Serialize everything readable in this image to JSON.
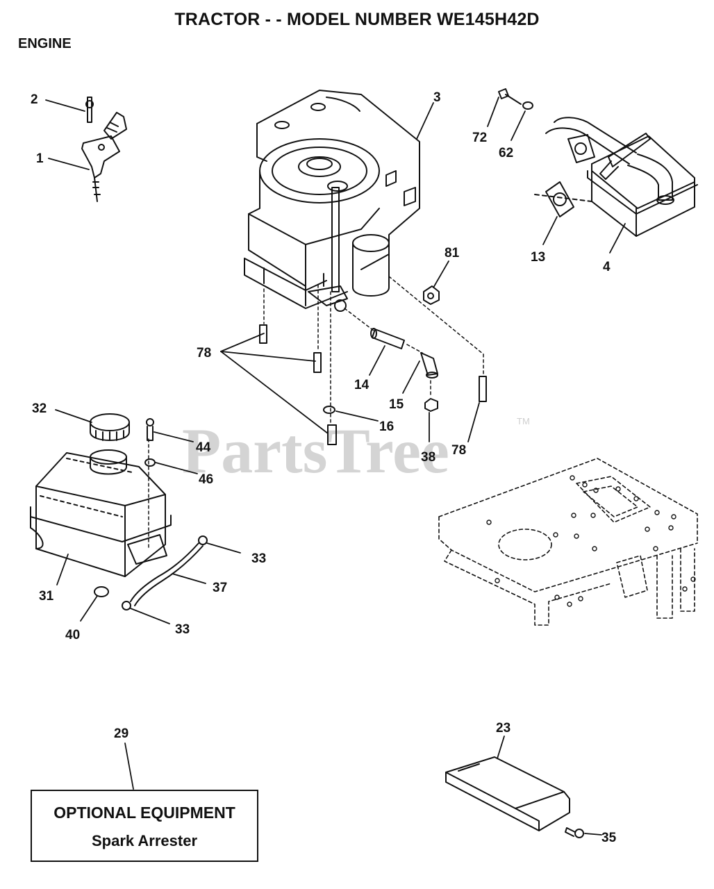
{
  "header": {
    "title": "TRACTOR - - MODEL NUMBER WE145H42D",
    "section": "ENGINE"
  },
  "watermark": {
    "text": "PartsTree",
    "trademark": "TM"
  },
  "optional_box": {
    "title": "OPTIONAL EQUIPMENT",
    "subtitle": "Spark Arrester"
  },
  "callouts": {
    "c1": "1",
    "c2": "2",
    "c3": "3",
    "c4": "4",
    "c13": "13",
    "c14": "14",
    "c15": "15",
    "c16": "16",
    "c23": "23",
    "c29": "29",
    "c31": "31",
    "c32": "32",
    "c33a": "33",
    "c33b": "33",
    "c35": "35",
    "c37": "37",
    "c38": "38",
    "c40": "40",
    "c44": "44",
    "c46": "46",
    "c62": "62",
    "c72": "72",
    "c78a": "78",
    "c78b": "78",
    "c81": "81"
  },
  "colors": {
    "ink": "#111111",
    "watermark": "#d4d4d4",
    "background": "#ffffff"
  }
}
